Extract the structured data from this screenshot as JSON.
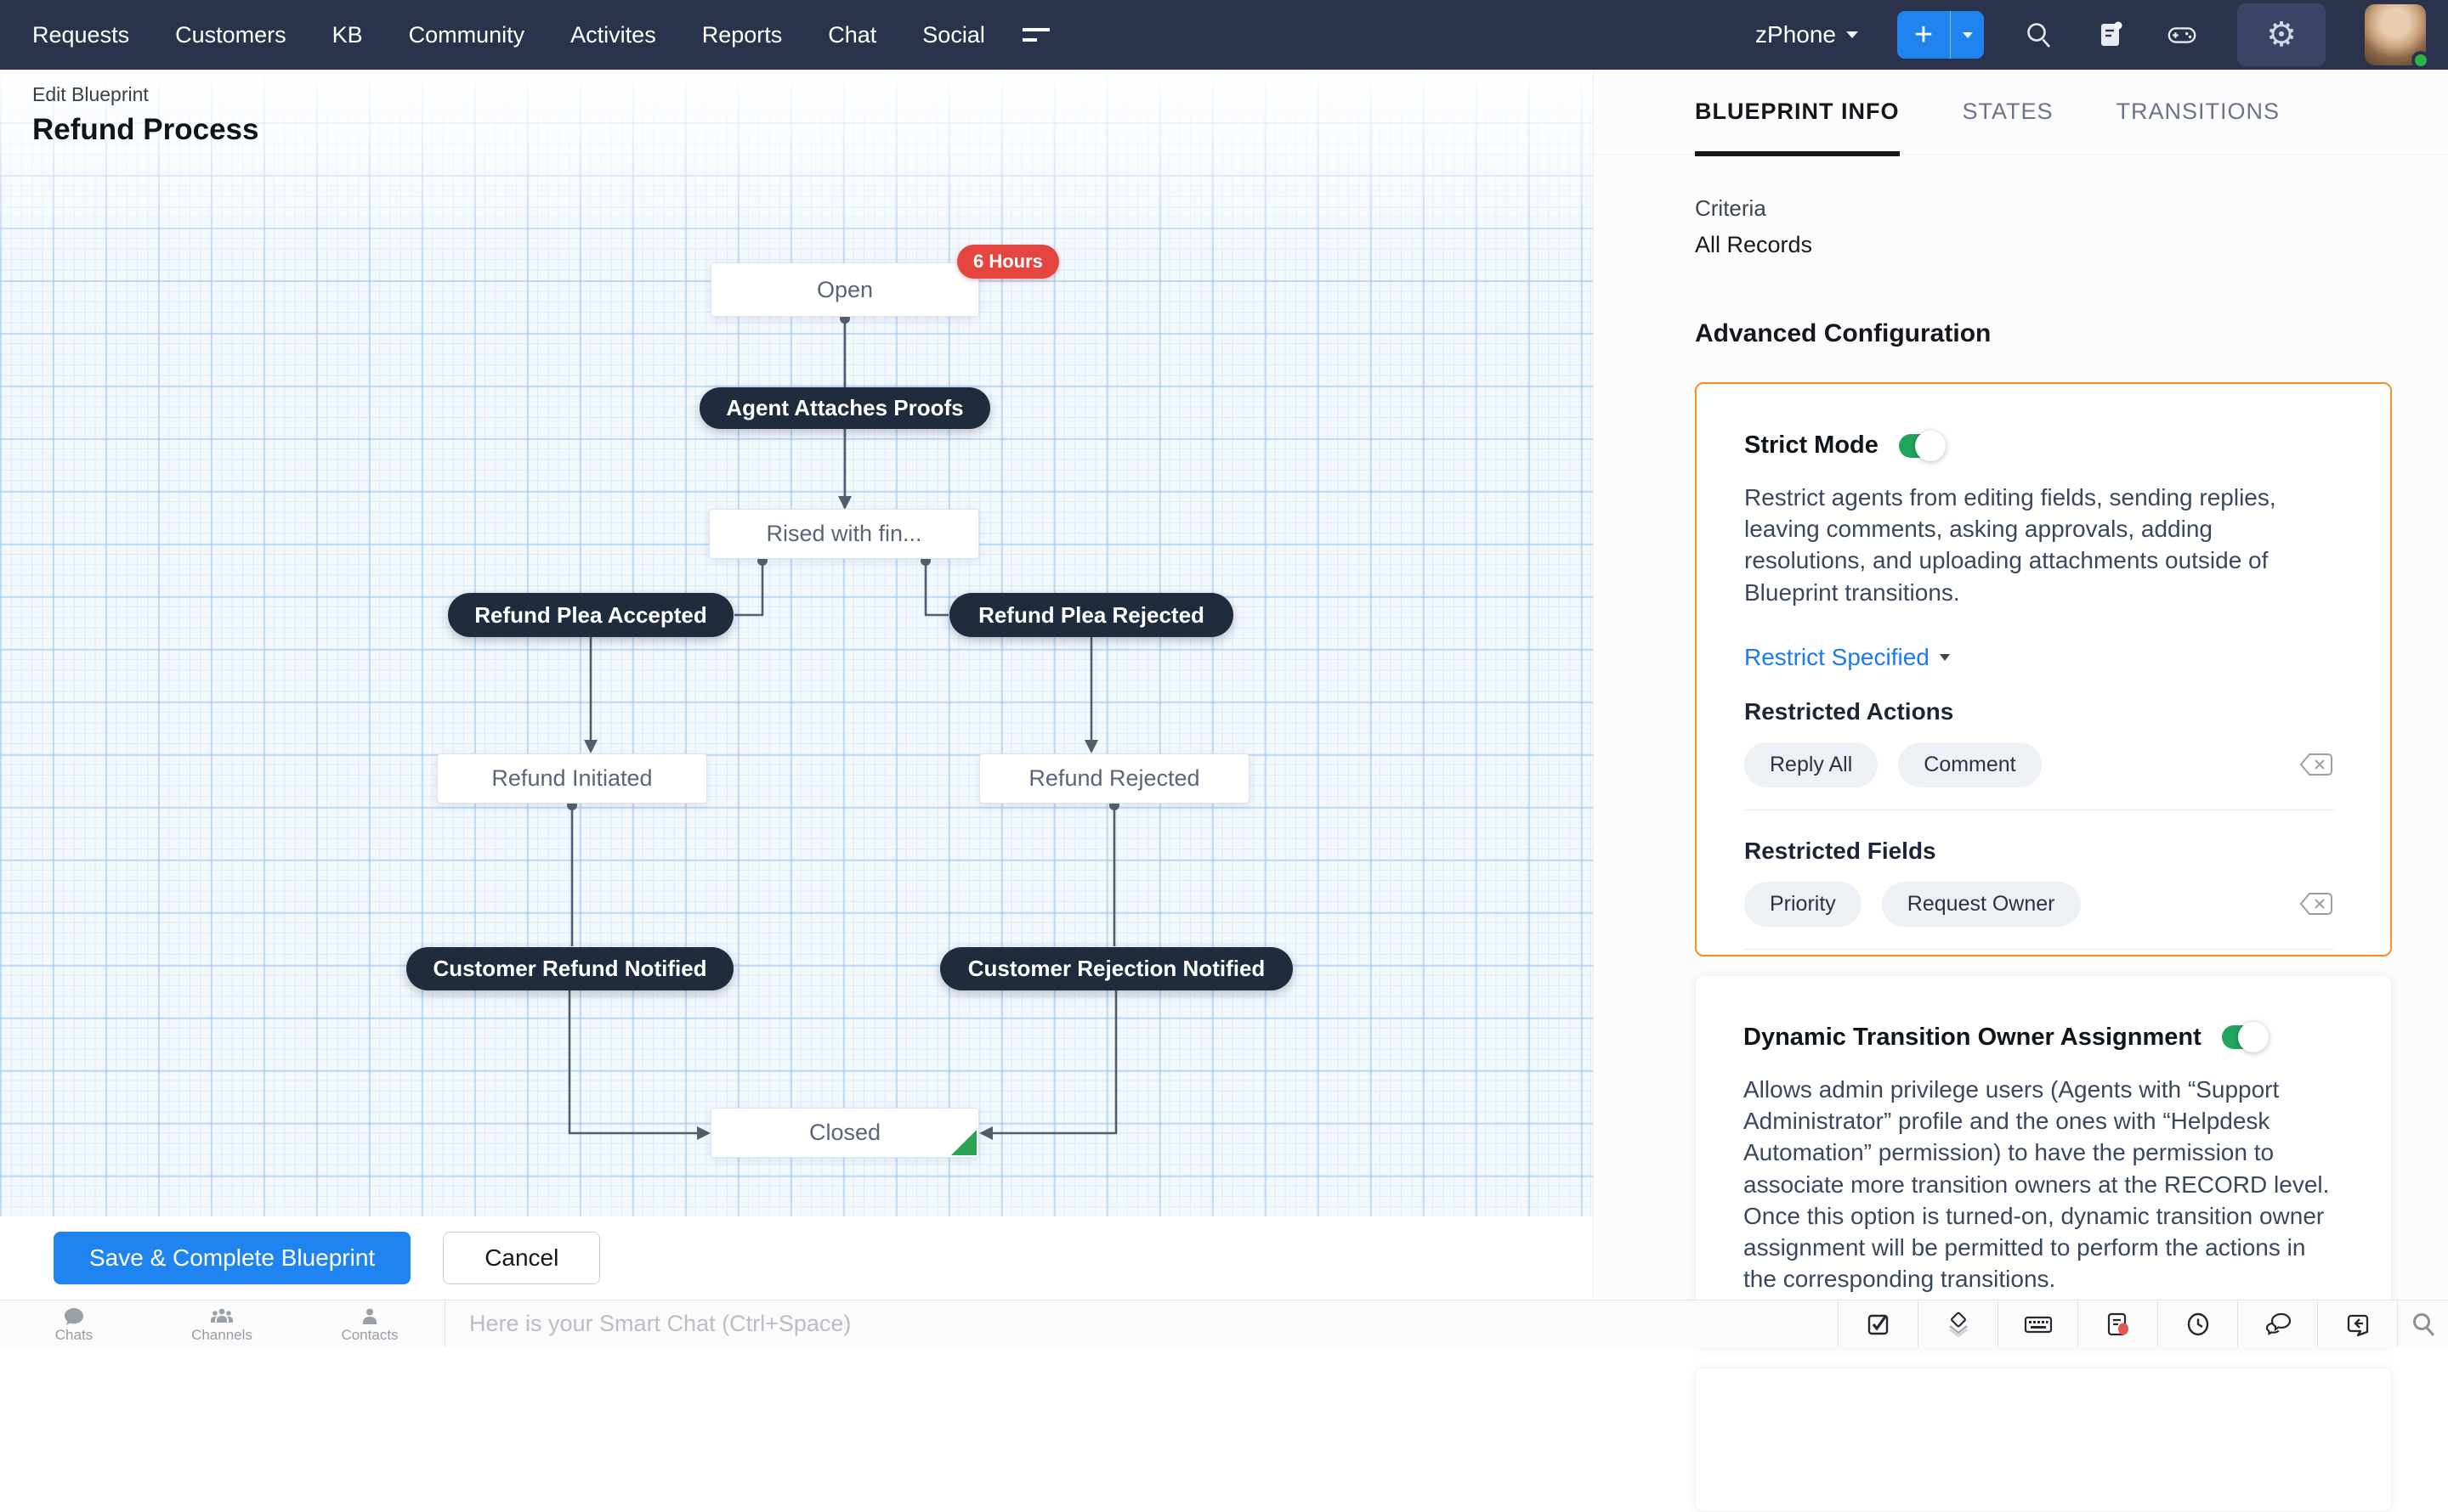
{
  "colors": {
    "navy": "#2b334c",
    "accent_blue": "#1f84ef",
    "orange": "#f78f1e",
    "green": "#21a45d",
    "red": "#e5443f"
  },
  "nav": {
    "items": [
      "Requests",
      "Customers",
      "KB",
      "Community",
      "Activites",
      "Reports",
      "Chat",
      "Social"
    ],
    "product_selector": "zPhone",
    "plus_label": "+"
  },
  "header": {
    "subtitle": "Edit Blueprint",
    "title": "Refund Process"
  },
  "flow": {
    "sla_badge": "6 Hours",
    "nodes": [
      {
        "label": "Open",
        "type": "state"
      },
      {
        "label": "Agent Attaches Proofs",
        "type": "transition"
      },
      {
        "label": "Rised with fin...",
        "type": "state"
      },
      {
        "label": "Refund Plea Accepted",
        "type": "transition"
      },
      {
        "label": "Refund Plea Rejected",
        "type": "transition"
      },
      {
        "label": "Refund Initiated",
        "type": "state"
      },
      {
        "label": "Refund Rejected",
        "type": "state"
      },
      {
        "label": "Customer Refund Notified",
        "type": "transition"
      },
      {
        "label": "Customer Rejection Notified",
        "type": "transition"
      },
      {
        "label": "Closed",
        "type": "state"
      }
    ]
  },
  "canvas_footer": {
    "save_label": "Save & Complete Blueprint",
    "cancel_label": "Cancel"
  },
  "panel": {
    "tabs": [
      {
        "label": "BLUEPRINT INFO",
        "active": true
      },
      {
        "label": "STATES",
        "active": false
      },
      {
        "label": "TRANSITIONS",
        "active": false
      }
    ],
    "criteria_label": "Criteria",
    "criteria_value": "All Records",
    "advanced_title": "Advanced Configuration",
    "strict_mode": {
      "title": "Strict Mode",
      "enabled": true,
      "description": "Restrict agents from editing fields, sending replies, leaving comments, asking approvals, adding resolutions, and uploading attachments outside of Blueprint transitions.",
      "restrict_link": "Restrict Specified",
      "actions_label": "Restricted Actions",
      "actions": [
        "Reply All",
        "Comment"
      ],
      "fields_label": "Restricted Fields",
      "fields": [
        "Priority",
        "Request Owner"
      ]
    },
    "dynamic_owner": {
      "title": "Dynamic Transition Owner Assignment",
      "enabled": true,
      "description": "Allows admin privilege users (Agents with “Support Administrator” profile and the ones with “Helpdesk Automation” permission) to have the permission to associate more transition owners at the RECORD level. Once this option is turned-on, dynamic transition owner assignment will be permitted to perform the actions in the corresponding transitions."
    }
  },
  "chatbar": {
    "tabs": [
      {
        "label": "Chats"
      },
      {
        "label": "Channels"
      },
      {
        "label": "Contacts"
      }
    ],
    "placeholder": "Here is your Smart Chat (Ctrl+Space)"
  }
}
